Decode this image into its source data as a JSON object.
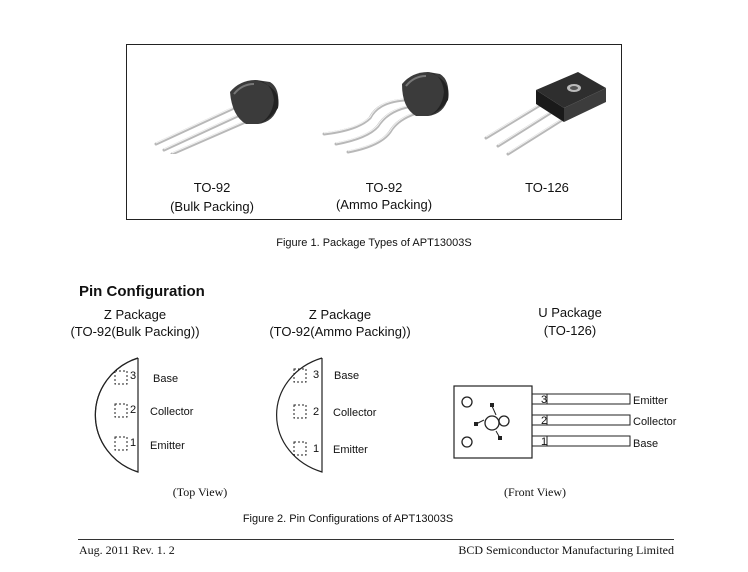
{
  "packages": [
    {
      "name": "TO-92",
      "packing": "(Bulk Packing)",
      "icon": "to92-bulk-transistor-icon"
    },
    {
      "name": "TO-92",
      "packing": "(Ammo Packing)",
      "icon": "to92-ammo-transistor-icon"
    },
    {
      "name": "TO-126",
      "packing": "",
      "icon": "to126-transistor-icon"
    }
  ],
  "figure1_caption": "Figure 1. Package Types of APT13003S",
  "pin_section": {
    "title": "Pin Configuration",
    "z_bulk": {
      "title": "Z Package",
      "subtitle": "(TO-92(Bulk Packing))",
      "pins": [
        {
          "num": "3",
          "name": "Base"
        },
        {
          "num": "2",
          "name": "Collector"
        },
        {
          "num": "1",
          "name": "Emitter"
        }
      ]
    },
    "z_ammo": {
      "title": "Z Package",
      "subtitle": "(TO-92(Ammo Packing))",
      "pins": [
        {
          "num": "3",
          "name": "Base"
        },
        {
          "num": "2",
          "name": "Collector"
        },
        {
          "num": "1",
          "name": "Emitter"
        }
      ]
    },
    "u_pkg": {
      "title": "U Package",
      "subtitle": "(TO-126)",
      "pins": [
        {
          "num": "3",
          "name": "Emitter"
        },
        {
          "num": "2",
          "name": "Collector"
        },
        {
          "num": "1",
          "name": "Base"
        }
      ]
    },
    "top_view": "(Top View)",
    "front_view": "(Front View)"
  },
  "figure2_caption": "Figure 2. Pin Configurations of APT13003S",
  "footer": {
    "left": "Aug. 2011  Rev. 1. 2",
    "right": "BCD Semiconductor Manufacturing Limited"
  }
}
